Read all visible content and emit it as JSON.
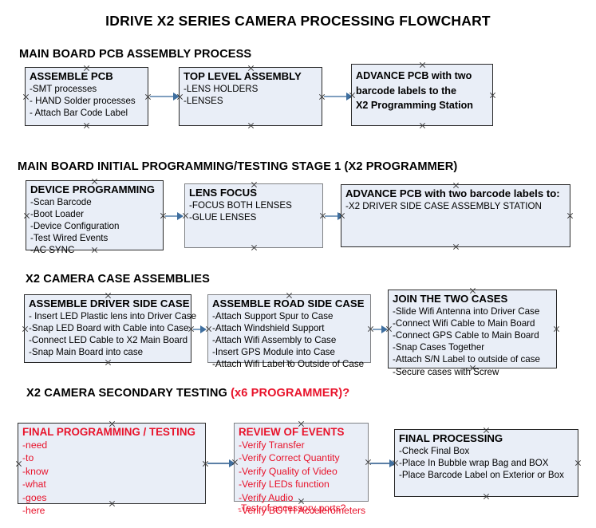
{
  "document": {
    "title": "IDRIVE X2  SERIES CAMERA PROCESSING FLOWCHART"
  },
  "sections": [
    {
      "heading": "MAIN BOARD PCB ASSEMBLY PROCESS",
      "heading_accent": "",
      "boxes": [
        {
          "title": "ASSEMBLE PCB",
          "lines": [
            "-SMT processes",
            "- HAND Solder processes",
            "- Attach Bar Code Label"
          ]
        },
        {
          "title": "TOP LEVEL ASSEMBLY",
          "lines": [
            "-LENS HOLDERS",
            "-LENSES"
          ]
        },
        {
          "title": "ADVANCE PCB with two",
          "lines": [
            "barcode labels to the",
            " X2 Programming Station"
          ]
        }
      ]
    },
    {
      "heading": "MAIN BOARD INITIAL PROGRAMMING/TESTING STAGE 1 (X2 PROGRAMMER)",
      "heading_accent": "",
      "boxes": [
        {
          "title": "DEVICE PROGRAMMING",
          "lines": [
            "-Scan Barcode",
            "-Boot Loader",
            "-Device Configuration",
            "-Test Wired Events",
            "-AC SYNC"
          ]
        },
        {
          "title": "LENS FOCUS",
          "lines": [
            "-FOCUS BOTH LENSES",
            "-GLUE LENSES"
          ]
        },
        {
          "title": "ADVANCE PCB with two barcode labels to:",
          "lines": [
            "-X2 DRIVER  SIDE  CASE  ASSEMBLY STATION"
          ]
        }
      ]
    },
    {
      "heading": "X2 CAMERA CASE ASSEMBLIES",
      "heading_accent": "",
      "boxes": [
        {
          "title": "ASSEMBLE DRIVER SIDE CASE",
          "lines": [
            "- Insert LED Plastic lens into Driver Case",
            "-Snap LED Board with Cable into Case",
            "-Connect LED Cable to X2 Main Board",
            "-Snap Main Board into case"
          ]
        },
        {
          "title": "ASSEMBLE ROAD SIDE CASE",
          "lines": [
            "-Attach Support Spur to Case",
            "-Attach Windshield Support",
            "-Attach Wifi Assembly to Case",
            "-Insert GPS Module into Case",
            "-Attach Wifi Label to Outside of Case"
          ]
        },
        {
          "title": "JOIN THE TWO CASES",
          "lines": [
            "-Slide Wifi Antenna into Driver Case",
            "-Connect Wifi Cable to Main Board",
            "-Connect GPS Cable to Main Board",
            "-Snap Cases Together",
            "-Attach S/N Label to outside of case",
            "-Secure cases with Screw"
          ]
        }
      ]
    },
    {
      "heading": "X2 CAMERA SECONDARY TESTING ",
      "heading_accent": "(x6 PROGRAMMER)?",
      "boxes": [
        {
          "title": "FINAL PROGRAMMING / TESTING",
          "lines": [
            "-need",
            "-to",
            "-know",
            "-what",
            "-goes",
            "-here"
          ]
        },
        {
          "title": "REVIEW OF EVENTS",
          "lines": [
            "-Verify Transfer",
            "-Verify Correct Quantity",
            "-Verify Quality of Video",
            "-Verify LEDs function",
            "-Verify Audio",
            "-Verify BOTH Accelerometers"
          ],
          "overflow_line": "-Test of accessory ports?"
        },
        {
          "title": "FINAL PROCESSING",
          "lines": [
            " -Check Final Box",
            "-Place In Bubble wrap Bag and BOX",
            "-Place Barcode Label on Exterior or Box"
          ]
        }
      ]
    }
  ],
  "colors": {
    "box_fill": "#e9eef7",
    "box_border": "#2a2a2a",
    "accent_red": "#e8132b",
    "connector": "#7f9fbf",
    "arrow": "#3f6f9f",
    "text": "#000000"
  }
}
